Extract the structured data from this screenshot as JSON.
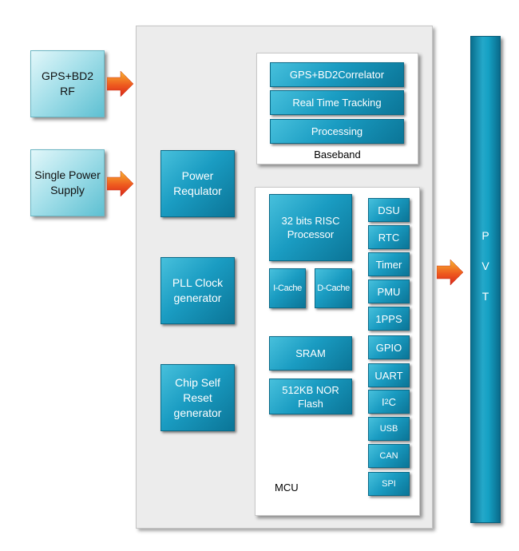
{
  "external": {
    "rf": "GPS+BD2\nRF",
    "power_supply": "Single Power\nSupply"
  },
  "chip_blocks": {
    "power_regulator": "Power\nRequlator",
    "pll_clock": "PLL Clock\ngenerator",
    "chip_reset": "Chip Self\nReset\ngenerator"
  },
  "baseband": {
    "label": "Baseband",
    "blocks": [
      "GPS+BD2Correlator",
      "Real Time Tracking",
      "Processing"
    ]
  },
  "mcu": {
    "label": "MCU",
    "risc": "32 bits  RISC\nProcessor",
    "icache": "I-Cache",
    "dcache": "D-Cache",
    "sram": "SRAM",
    "flash": "512KB NOR\nFlash",
    "peripherals": [
      "DSU",
      "RTC",
      "Timer",
      "PMU",
      "1PPS",
      "GPIO",
      "UART",
      "I",
      "2",
      "C",
      "USB",
      "CAN",
      "SPI"
    ]
  },
  "output": {
    "letters": [
      "P",
      "V",
      "T"
    ]
  },
  "colors": {
    "block_blue": "#1a9cc2",
    "external_light": "#a6e0ea",
    "arrow_red": "#e8351d",
    "arrow_orange": "#f59a1f"
  }
}
